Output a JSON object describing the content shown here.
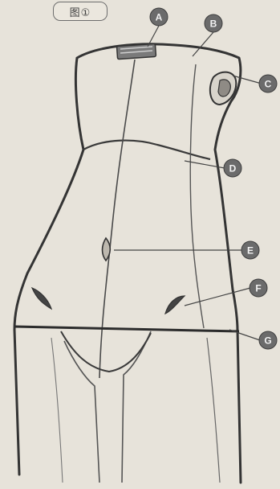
{
  "figure_tag": "图①",
  "markers": [
    {
      "label": "A"
    },
    {
      "label": "B"
    },
    {
      "label": "C"
    },
    {
      "label": "D"
    },
    {
      "label": "E"
    },
    {
      "label": "F"
    },
    {
      "label": "G"
    }
  ],
  "colors": {
    "background": "#e7e3da",
    "marker_fill": "#6b6b6b",
    "line": "#3a3a3a"
  }
}
